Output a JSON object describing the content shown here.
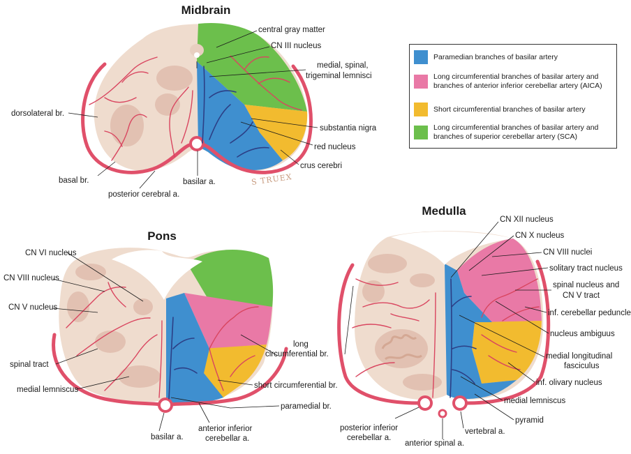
{
  "titles": {
    "midbrain": "Midbrain",
    "pons": "Pons",
    "medulla": "Medulla"
  },
  "legend": [
    {
      "color": "#3f8fcf",
      "text": "Paramedian branches of basilar artery"
    },
    {
      "color": "#e979a6",
      "text": "Long circumferential branches of basilar artery and branches of anterior inferior cerebellar artery (AICA)"
    },
    {
      "color": "#f2bb2f",
      "text": "Short circumferential branches of basilar artery"
    },
    {
      "color": "#6cbf4c",
      "text": "Long circumferential branches of basilar artery and branches of superior cerebellar artery (SCA)"
    }
  ],
  "colors": {
    "paramedian": "#3f8fcf",
    "long_aica": "#e979a6",
    "short": "#f2bb2f",
    "long_sca": "#6cbf4c",
    "vessel": "#e0506a",
    "tissue": "#efdcce",
    "nucleus": "#e2c1b2"
  },
  "midbrain_labels": {
    "central_gray": "central gray matter",
    "cn3": "CN III nucleus",
    "lemnisci_1": "medial, spinal,",
    "lemnisci_2": "trigeminal lemnisci",
    "dorsolateral": "dorsolateral br.",
    "substantia_nigra": "substantia nigra",
    "red_nucleus": "red nucleus",
    "crus_cerebri": "crus cerebri",
    "basal": "basal br.",
    "basilar": "basilar a.",
    "posterior_cerebral": "posterior cerebral a.",
    "signature": "S TRUEX"
  },
  "pons_labels": {
    "cn6": "CN VI nucleus",
    "cn8": "CN VIII nucleus",
    "cn5": "CN V nucleus",
    "spinal_tract": "spinal tract",
    "medial_lemniscus": "medial lemniscus",
    "long_circ_1": "long",
    "long_circ_2": "circumferential br.",
    "short_circ": "short circumferential br.",
    "paramedial": "paramedial br.",
    "basilar": "basilar a.",
    "aica_1": "anterior inferior",
    "aica_2": "cerebellar a."
  },
  "medulla_labels": {
    "cn12": "CN XII nucleus",
    "cn10": "CN X nucleus",
    "cn8": "CN VIII nuclei",
    "solitary": "solitary tract nucleus",
    "spinal_nuc_1": "spinal nucleus and",
    "spinal_nuc_2": "CN V tract",
    "icp": "inf. cerebellar peduncle",
    "ambiguus": "nucleus ambiguus",
    "mlf_1": "medial longitudinal",
    "mlf_2": "fasciculus",
    "olivary": "inf. olivary nucleus",
    "medial_lemniscus": "medial lemniscus",
    "pyramid": "pyramid",
    "vertebral": "vertebral a.",
    "anterior_spinal": "anterior spinal a.",
    "pica_1": "posterior inferior",
    "pica_2": "cerebellar a."
  }
}
